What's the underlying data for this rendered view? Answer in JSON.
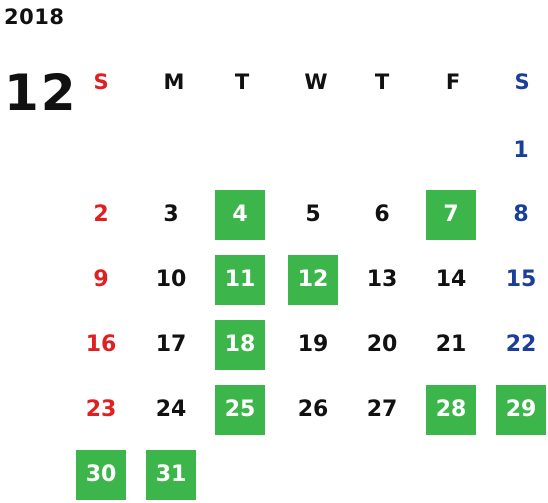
{
  "calendar": {
    "year": "2018",
    "month": "12",
    "weekdays": [
      "S",
      "M",
      "T",
      "W",
      "T",
      "F",
      "S"
    ],
    "colors": {
      "sunday": "#e02020",
      "saturday": "#1a3f9a",
      "weekday": "#111111",
      "highlight_bg": "#3cb54a",
      "highlight_text": "#ffffff"
    },
    "first_weekday_index": 6,
    "days_in_month": 31,
    "highlighted_days": [
      4,
      7,
      11,
      12,
      18,
      25,
      28,
      29,
      30,
      31
    ]
  }
}
